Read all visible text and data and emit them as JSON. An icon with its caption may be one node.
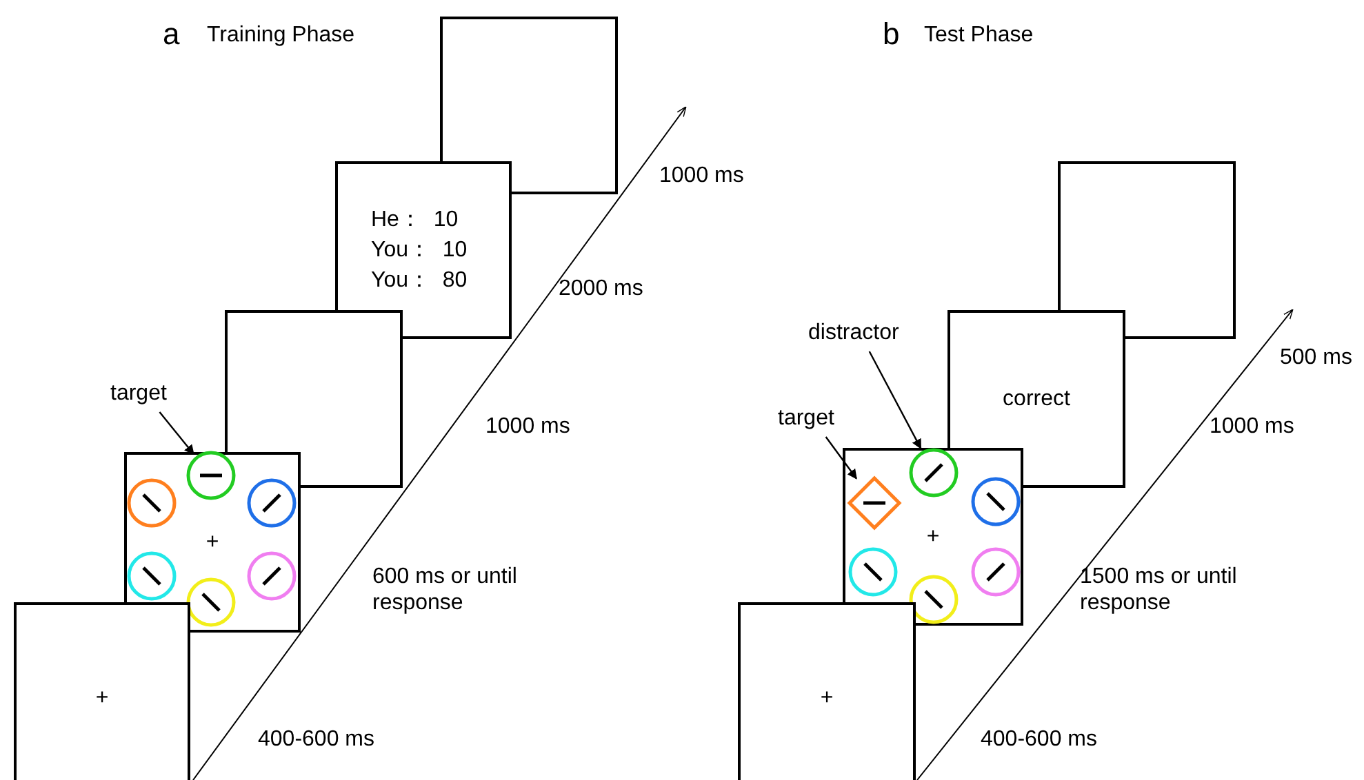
{
  "diagram": {
    "nodes": [
      {
        "text": [
          "+"
        ]
      },
      {
        "text": [
          "+"
        ]
      },
      {
        "text": [],
        "shape": "circle",
        "in": 1
      },
      {
        "text": [],
        "shape": "circle",
        "in": 1
      },
      {
        "text": [],
        "shape": "circle",
        "in": 1
      },
      {
        "text": [],
        "shape": "circle",
        "in": 1
      },
      {
        "text": [],
        "shape": "circle",
        "in": 1
      },
      {
        "text": [],
        "shape": "circle",
        "in": 1
      },
      {
        "text": [
          "target"
        ]
      },
      {
        "text": [],
        "shape": "box"
      },
      {
        "text": [
          "He：  10",
          "You：  10",
          "You：  80"
        ]
      },
      {
        "text": [],
        "shape": "box"
      },
      {
        "text": [
          "+"
        ]
      },
      {
        "text": [
          "+"
        ]
      },
      {
        "text": [],
        "shape": "circle",
        "in": 13
      },
      {
        "text": [],
        "shape": "diamond",
        "in": 13
      },
      {
        "text": [],
        "shape": "circle",
        "in": 13
      },
      {
        "text": [],
        "shape": "circle",
        "in": 13
      },
      {
        "text": [],
        "shape": "circle",
        "in": 13
      },
      {
        "text": [],
        "shape": "circle",
        "in": 13
      },
      {
        "text": [
          "target"
        ]
      },
      {
        "text": [
          "distractor"
        ]
      },
      {
        "text": [
          "correct"
        ]
      },
      {
        "text": [],
        "shape": "box"
      }
    ],
    "edges": [
      {
        "from": 8,
        "to": 2,
        "arrow": "to"
      },
      {
        "from": 20,
        "to": 15,
        "arrow": "to"
      },
      {
        "from": 21,
        "to": 14,
        "arrow": "to"
      }
    ],
    "labels": [
      "a",
      "Training Phase",
      "b",
      "Test Phase",
      "1000 ms",
      "2000 ms",
      "1000 ms",
      "600 ms or until response",
      "400-600 ms",
      "500 ms",
      "1000 ms",
      "1500 ms or until response",
      "400-600 ms"
    ]
  }
}
